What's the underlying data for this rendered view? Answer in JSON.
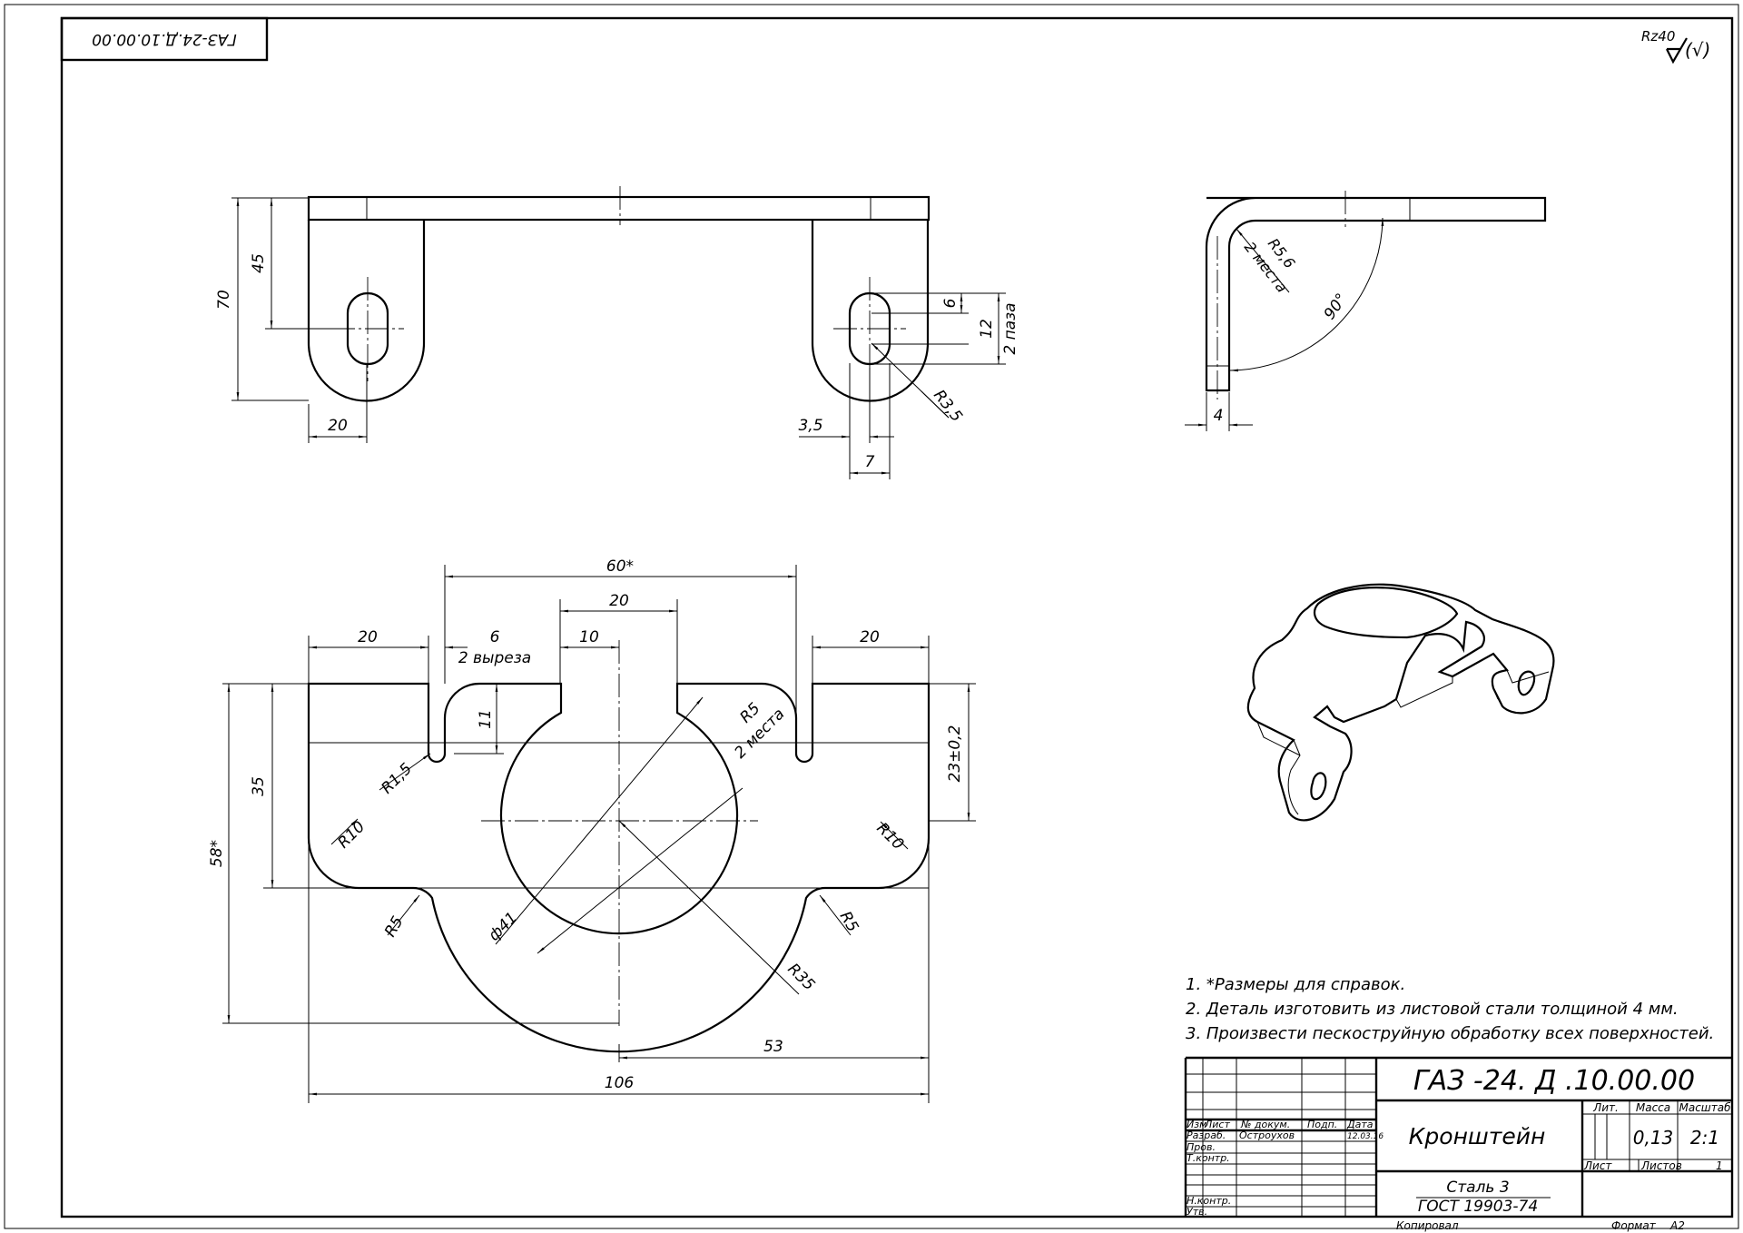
{
  "drawing": {
    "code": "ГАЗ -24. Д .10.00.00",
    "code_rotated": "ГАЗ-24.Д.10.00.00",
    "roughness": "Rz40",
    "roughness_paren": "(√)",
    "part_name": "Кронштейн",
    "material_line1": "Сталь 3",
    "material_line2": "ГОСТ 19903-74"
  },
  "dims_top": {
    "h70": "70",
    "h45": "45",
    "w20": "20",
    "w35": "3,5",
    "w7": "7",
    "s6": "6",
    "s12": "12",
    "slots": "2 паза",
    "r35": "R3,5"
  },
  "dims_side": {
    "r56": "R5,6",
    "places": "2 места",
    "angle": "90°",
    "t4": "4"
  },
  "dims_plan": {
    "d60": "60*",
    "d20c": "20",
    "d10": "10",
    "d20l": "20",
    "d6": "6",
    "cuts": "2 выреза",
    "d20r": "20",
    "d11": "11",
    "r5top": "R5",
    "places2": "2 места",
    "r15": "R1,5",
    "d35": "35",
    "d58": "58*",
    "r10l": "R10",
    "r10r": "R10",
    "d23": "23±0,2",
    "r5l": "R5",
    "r5r": "R5",
    "dia41": "ф41",
    "r35b": "R35",
    "d53": "53",
    "d106": "106"
  },
  "notes": [
    "1. *Размеры для справок.",
    "2. Деталь изготовить из листовой стали толщиной 4 мм.",
    "3. Произвести пескоструйную обработку всех поверхностей."
  ],
  "title_block": {
    "col_izm": "Изм",
    "col_list": "Лист",
    "col_doc": "№ докум.",
    "col_podp": "Подп.",
    "col_data": "Дата",
    "row_razrab": "Разраб.",
    "row_prov": "Пров.",
    "row_tkontr": "Т.контр.",
    "row_nkontr": "Н.контр.",
    "row_utv": "Утв.",
    "developer": "Остроухов",
    "date": "12.03.16",
    "lit": "Лит.",
    "massa": "Масса",
    "masshtab": "Масштаб",
    "mass_val": "0,13",
    "scale_val": "2:1",
    "list_lbl": "Лист",
    "listov_lbl": "Листов",
    "listov_val": "1",
    "kopiroval": "Копировал",
    "format_lbl": "Формат",
    "format_val": "А2"
  }
}
